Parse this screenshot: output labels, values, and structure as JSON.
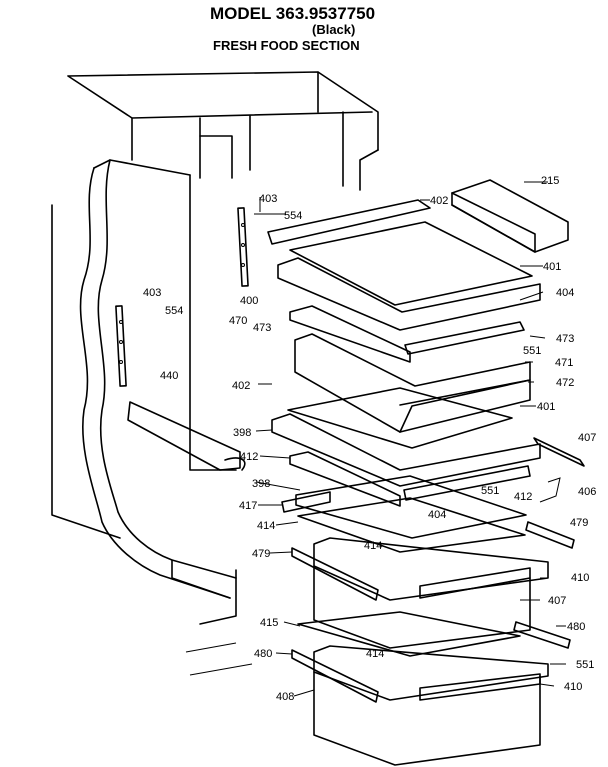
{
  "header": {
    "model": "MODEL 363.9537750",
    "finish": "(Black)",
    "section": "FRESH FOOD SECTION"
  },
  "parts": [
    {
      "label": "215"
    },
    {
      "label": "402"
    },
    {
      "label": "403"
    },
    {
      "label": "554"
    },
    {
      "label": "401"
    },
    {
      "label": "403"
    },
    {
      "label": "554"
    },
    {
      "label": "400"
    },
    {
      "label": "404"
    },
    {
      "label": "470"
    },
    {
      "label": "473"
    },
    {
      "label": "473"
    },
    {
      "label": "551"
    },
    {
      "label": "471"
    },
    {
      "label": "440"
    },
    {
      "label": "402"
    },
    {
      "label": "472"
    },
    {
      "label": "401"
    },
    {
      "label": "398"
    },
    {
      "label": "407"
    },
    {
      "label": "412"
    },
    {
      "label": "398"
    },
    {
      "label": "551"
    },
    {
      "label": "412"
    },
    {
      "label": "406"
    },
    {
      "label": "417"
    },
    {
      "label": "404"
    },
    {
      "label": "479"
    },
    {
      "label": "414"
    },
    {
      "label": "414"
    },
    {
      "label": "479"
    },
    {
      "label": "410"
    },
    {
      "label": "407"
    },
    {
      "label": "415"
    },
    {
      "label": "480"
    },
    {
      "label": "480"
    },
    {
      "label": "414"
    },
    {
      "label": "551"
    },
    {
      "label": "410"
    },
    {
      "label": "408"
    }
  ]
}
